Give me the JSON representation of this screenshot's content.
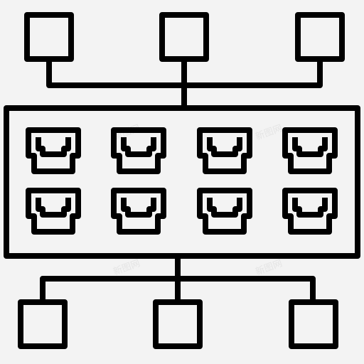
{
  "icon": {
    "name": "network-switch-icon",
    "stroke_color": "#000000",
    "background_color": "#f3f3f3",
    "top_nodes": 3,
    "bottom_nodes": 3,
    "port_rows": 2,
    "port_columns": 4
  },
  "watermark": {
    "text": "新图网"
  }
}
